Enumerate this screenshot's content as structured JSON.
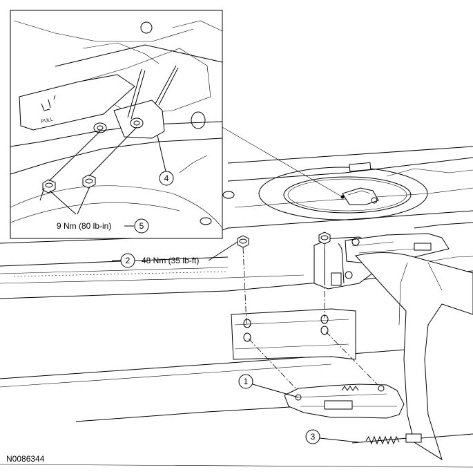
{
  "callouts": {
    "c1": "1",
    "c2": "2",
    "c3": "3",
    "c4": "4",
    "c5": "5"
  },
  "torque": {
    "t2": "48 Nm (35 lb-ft)",
    "t5": "9 Nm (80 lb-in)"
  },
  "handle_text": "PULL",
  "figure_id": "N0086344"
}
